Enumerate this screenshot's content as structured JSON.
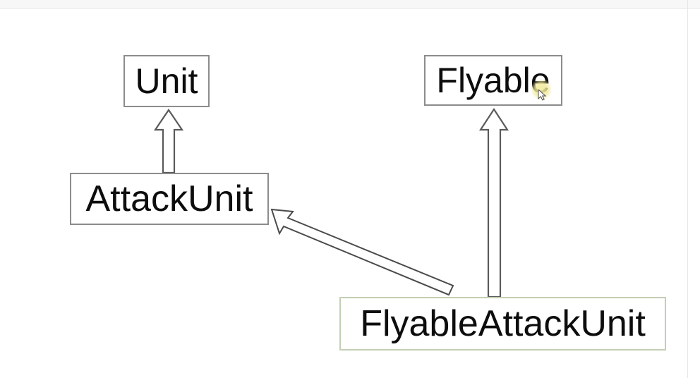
{
  "diagram": {
    "type": "uml-class-diagram",
    "background_color": "#ffffff",
    "nodes": [
      {
        "id": "unit",
        "label": "Unit",
        "border_color": "#8c8c8c",
        "fill_color": "#ffffff"
      },
      {
        "id": "flyable",
        "label": "Flyable",
        "border_color": "#8c8c8c",
        "fill_color": "#ffffff"
      },
      {
        "id": "attackunit",
        "label": "AttackUnit",
        "border_color": "#8c8c8c",
        "fill_color": "#ffffff"
      },
      {
        "id": "flyableattackunit",
        "label": "FlyableAttackUnit",
        "border_color": "#c3cfb4",
        "fill_color": "#ffffff"
      }
    ],
    "edges": [
      {
        "id": "attackunit-to-unit",
        "from": "attackunit",
        "to": "unit",
        "kind": "generalization",
        "style": "hollow-block-arrow",
        "direction": "up"
      },
      {
        "id": "flyableattackunit-to-flyable",
        "from": "flyableattackunit",
        "to": "flyable",
        "kind": "generalization",
        "style": "hollow-block-arrow",
        "direction": "up"
      },
      {
        "id": "flyableattackunit-to-attackunit",
        "from": "flyableattackunit",
        "to": "attackunit",
        "kind": "generalization",
        "style": "hollow-block-arrow",
        "direction": "up-left"
      }
    ],
    "cursor": {
      "kind": "highlight-pointer",
      "color": "#f0e896"
    }
  }
}
